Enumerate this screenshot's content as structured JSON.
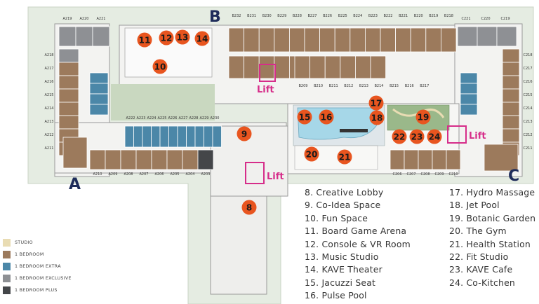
{
  "colors": {
    "studio": "#e9dcb3",
    "one_bedroom": "#9c7a5c",
    "one_bedroom_extra": "#4b87a8",
    "one_bedroom_exclusive": "#8e9094",
    "one_bedroom_plus": "#444649",
    "amenity_marker": "#e8551f",
    "lift": "#d62d8a",
    "pool": "#a6d7e8",
    "garden": "#9ab88a",
    "corridor": "#f2f2f2",
    "site": "#e5ece2"
  },
  "zones": {
    "a": "A",
    "b": "B",
    "c": "C"
  },
  "lift_label": "Lift",
  "legend": [
    {
      "label": "STUDIO",
      "color": "#e9dcb3"
    },
    {
      "label": "1 BEDROOM",
      "color": "#9c7a5c"
    },
    {
      "label": "1 BEDROOM EXTRA",
      "color": "#4b87a8"
    },
    {
      "label": "1 BEDROOM EXCLUSIVE",
      "color": "#8e9094"
    },
    {
      "label": "1 BEDROOM PLUS",
      "color": "#444649"
    }
  ],
  "amenities_left": [
    "8. Creative Lobby",
    "9. Co-Idea Space",
    "10. Fun Space",
    "11. Board Game Arena",
    "12. Console & VR Room",
    "13. Music Studio",
    "14. KAVE Theater",
    "15. Jacuzzi Seat",
    "16. Pulse Pool"
  ],
  "amenities_right": [
    "17. Hydro Massage",
    "18. Jet Pool",
    "19. Botanic Garden",
    "20. The Gym",
    "21. Health Station",
    "22. Fit Studio",
    "23. KAVE Cafe",
    "24. Co-Kitchen"
  ],
  "markers": [
    "8",
    "9",
    "10",
    "11",
    "12",
    "13",
    "14",
    "15",
    "16",
    "17",
    "18",
    "19",
    "20",
    "21",
    "22",
    "23",
    "24"
  ],
  "unit_labels": {
    "b_top": [
      "B232",
      "B231",
      "B230",
      "B229",
      "B228",
      "B227",
      "B226",
      "B225",
      "B224",
      "B223",
      "B222",
      "B221",
      "B220",
      "B219",
      "B218"
    ],
    "b_bottom": [
      "B209",
      "B210",
      "B211",
      "B212",
      "B213",
      "B214",
      "B215",
      "B216",
      "B217"
    ],
    "a_left": [
      "A218",
      "A217",
      "A216",
      "A215",
      "A214",
      "A213",
      "A212",
      "A211"
    ],
    "a_top": [
      "A219",
      "A220",
      "A221"
    ],
    "a_bottom": [
      "A210",
      "A209",
      "A208",
      "A207",
      "A206",
      "A205",
      "A204",
      "A203"
    ],
    "a_inner": [
      "A222",
      "A223",
      "A224",
      "A225",
      "A226",
      "A227",
      "A228",
      "A229",
      "A230"
    ],
    "c_top": [
      "C221",
      "C220",
      "C219"
    ],
    "c_right": [
      "C218",
      "C217",
      "C216",
      "C215",
      "C214",
      "C213",
      "C212",
      "C211"
    ],
    "c_bottom": [
      "C206",
      "C207",
      "C208",
      "C209",
      "C210"
    ]
  }
}
